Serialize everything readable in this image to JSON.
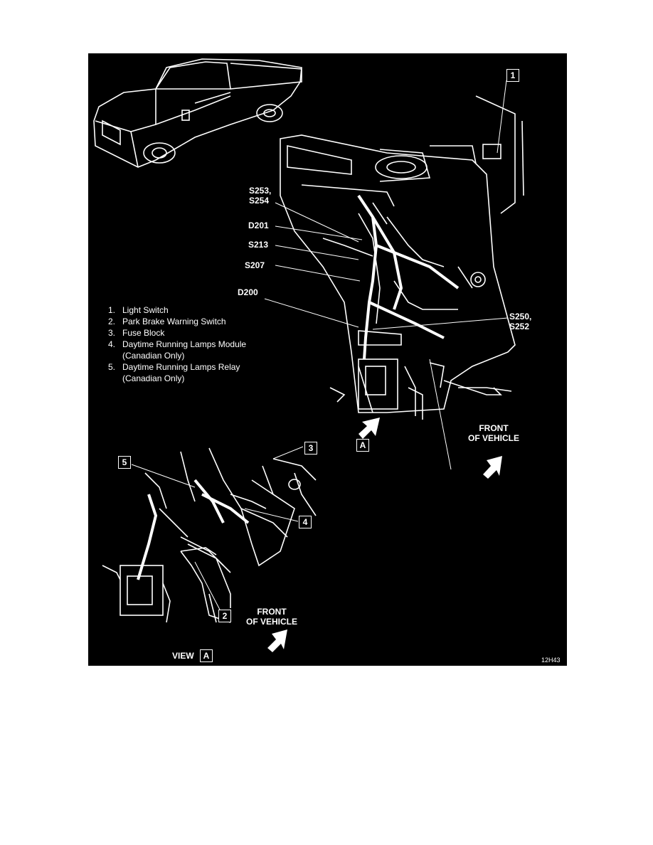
{
  "legend": [
    {
      "num": "1.",
      "text": "Light Switch"
    },
    {
      "num": "2.",
      "text": "Park Brake Warning Switch"
    },
    {
      "num": "3.",
      "text": "Fuse Block"
    },
    {
      "num": "4.",
      "text": "Daytime Running Lamps Module\n(Canadian Only)"
    },
    {
      "num": "5.",
      "text": "Daytime Running Lamps Relay\n(Canadian Only)"
    }
  ],
  "splices": {
    "s253_s254": "S253,\nS254",
    "d201": "D201",
    "s213": "S213",
    "s207": "S207",
    "d200": "D200",
    "s250_s252": "S250,\nS252"
  },
  "callouts": {
    "c1": "1",
    "c2": "2",
    "c3": "3",
    "c4": "4",
    "c5": "5",
    "view_a_box": "A",
    "view_ref_box": "A"
  },
  "front_label_upper": "FRONT\nOF VEHICLE",
  "front_label_lower": "FRONT\nOF VEHICLE",
  "view_label": "VIEW",
  "figure_code": "12H43"
}
